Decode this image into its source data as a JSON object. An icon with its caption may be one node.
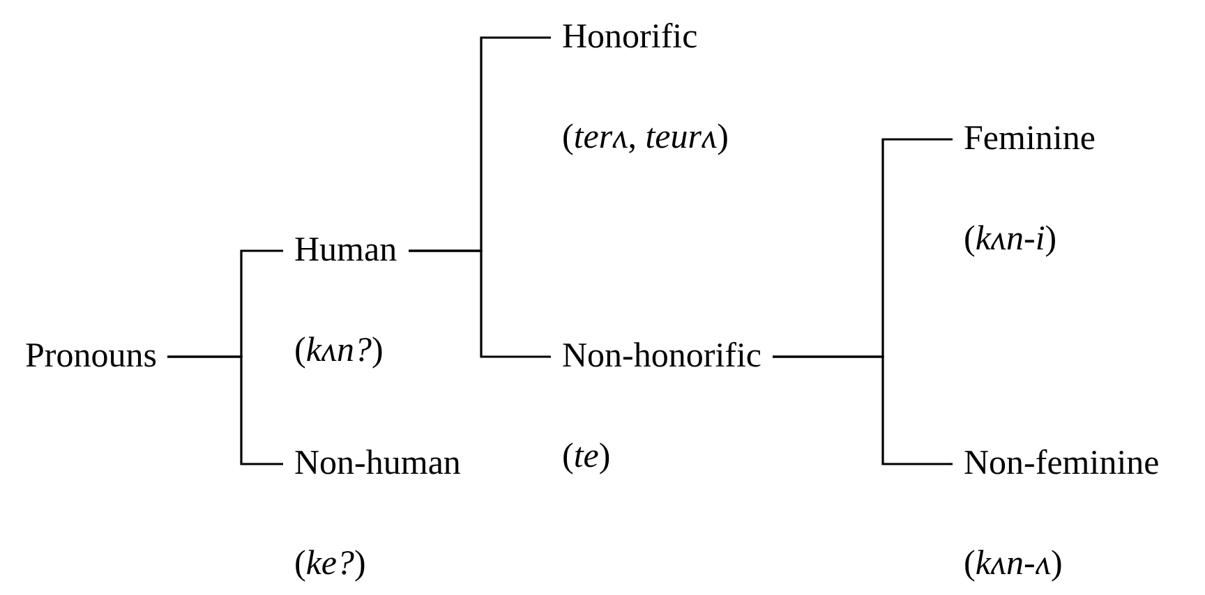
{
  "diagram": {
    "nodes": [
      {
        "text": [
          "Pronouns"
        ]
      },
      {
        "text": [
          "Human",
          "(*kʌn?*)"
        ]
      },
      {
        "text": [
          "Non-human",
          "(*ke?*)"
        ]
      },
      {
        "text": [
          "Honorific",
          "(*terʌ*, *teurʌ*)"
        ]
      },
      {
        "text": [
          "Non-honorific",
          "(*te*)"
        ]
      },
      {
        "text": [
          "Feminine",
          "(*kʌn-i*)"
        ]
      },
      {
        "text": [
          "Non-feminine",
          "(*kʌn-ʌ*)"
        ]
      }
    ],
    "edges": [
      {
        "from": 0,
        "to": 1,
        "arrow": "none"
      },
      {
        "from": 0,
        "to": 2,
        "arrow": "none"
      },
      {
        "from": 1,
        "to": 3,
        "arrow": "none"
      },
      {
        "from": 1,
        "to": 4,
        "arrow": "none"
      },
      {
        "from": 4,
        "to": 5,
        "arrow": "none"
      },
      {
        "from": 4,
        "to": 6,
        "arrow": "none"
      }
    ]
  }
}
